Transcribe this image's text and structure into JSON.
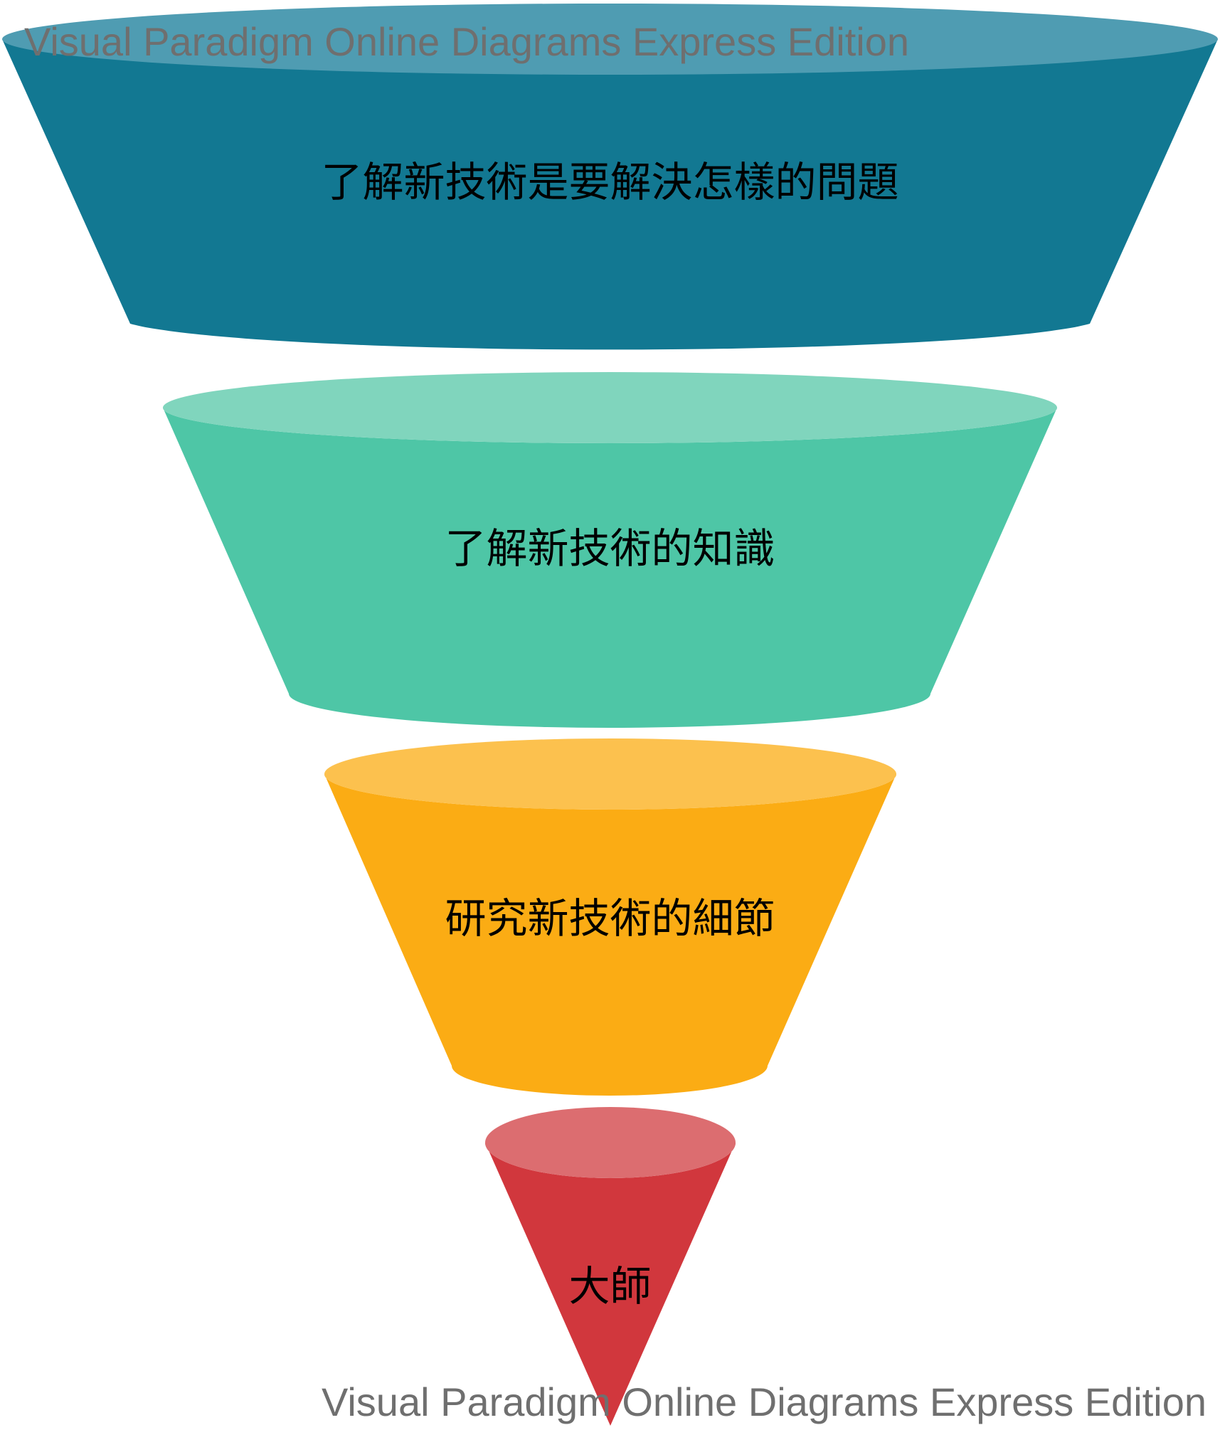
{
  "diagram": {
    "type": "funnel",
    "stages": [
      {
        "label": "了解新技術是要解決怎樣的問題",
        "body_color": "#127892",
        "top_color": "#4f9cb2"
      },
      {
        "label": "了解新技術的知識",
        "body_color": "#4ec6a6",
        "top_color": "#80d5bd"
      },
      {
        "label": "研究新技術的細節",
        "body_color": "#fbac14",
        "top_color": "#fcc14e"
      },
      {
        "label": "大師",
        "body_color": "#d1373d",
        "top_color": "#dc6d70"
      }
    ]
  },
  "watermarks": {
    "top": "Visual Paradigm Online Diagrams Express Edition",
    "bottom": "Visual Paradigm Online Diagrams Express Edition"
  }
}
